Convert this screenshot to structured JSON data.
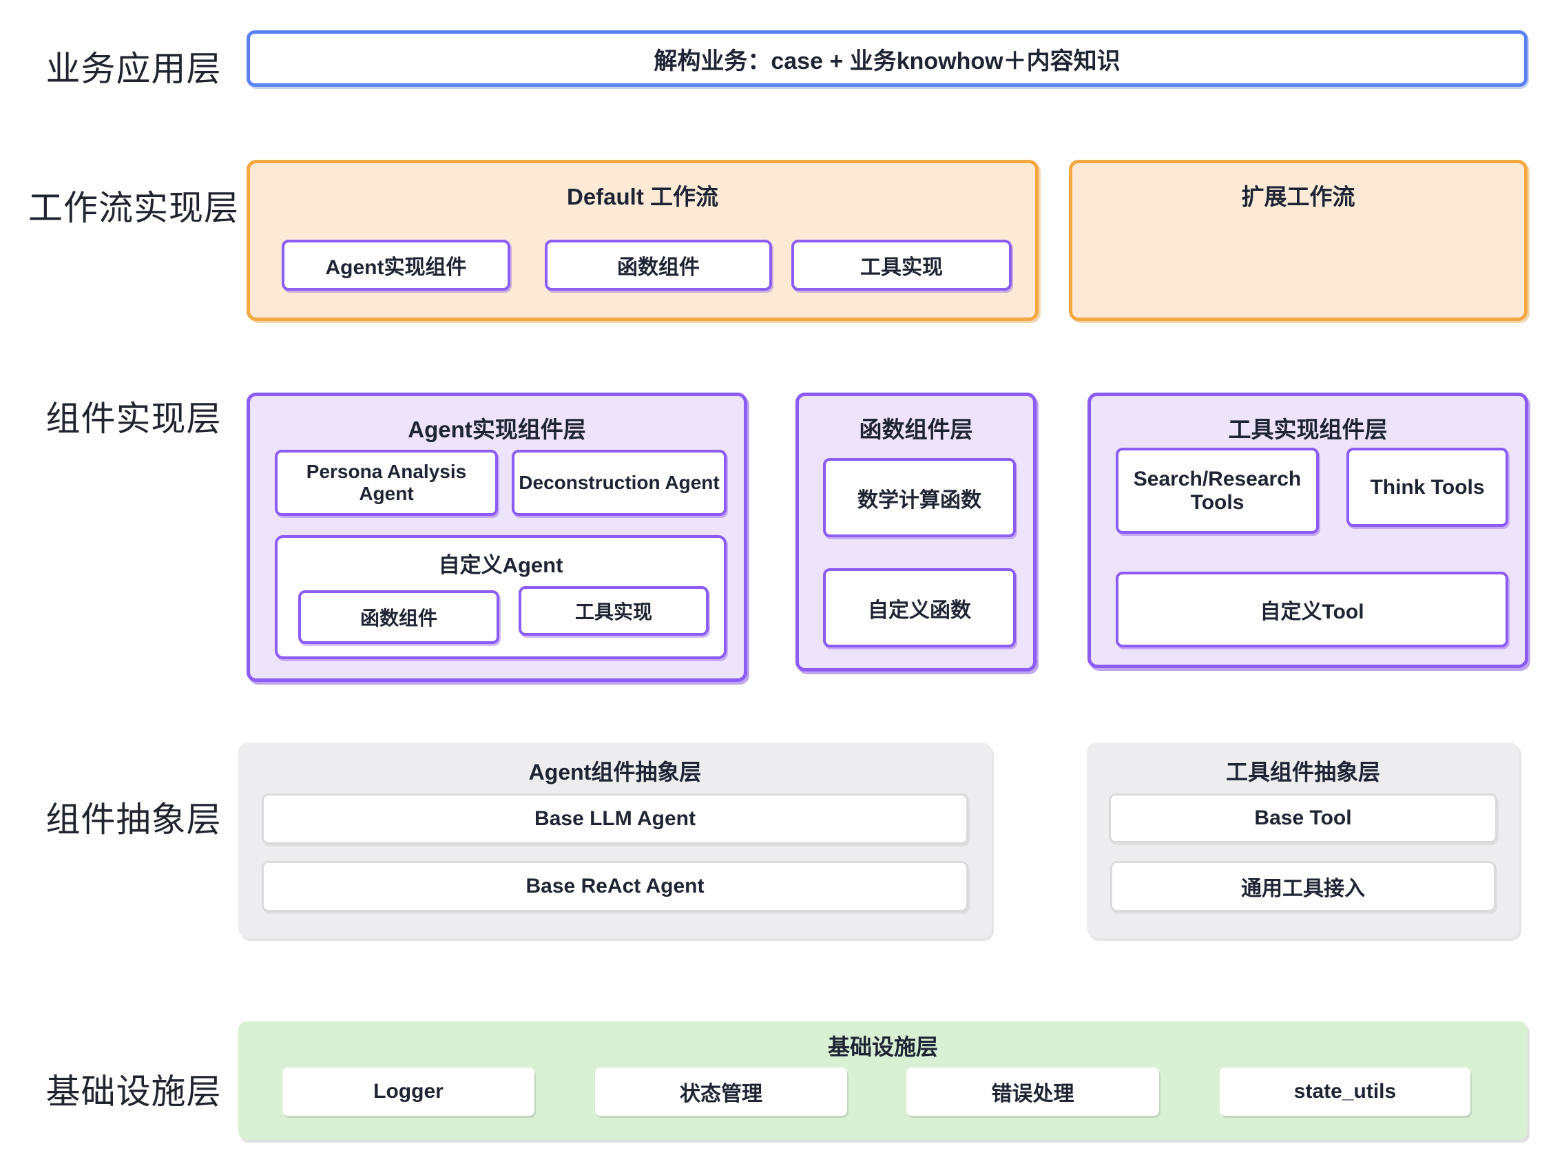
{
  "colors": {
    "blue_border": "#5b82f5",
    "orange_border": "#f5a742",
    "orange_fill": "#fcead6",
    "purple_border": "#8b5cf6",
    "purple_fill": "#ede3fa",
    "gray_fill": "#ededef",
    "gray_inner_border": "#d9dadc",
    "green_fill": "#d9f0d4",
    "text": "#1e2433"
  },
  "layer_labels": {
    "business": "业务应用层",
    "workflow": "工作流实现层",
    "component_impl": "组件实现层",
    "component_abs": "组件抽象层",
    "infra": "基础设施层"
  },
  "business_layer": {
    "scope_text": "解构业务：case + 业务knowhow＋内容知识"
  },
  "workflow_layer": {
    "default_wf": {
      "title": "Default 工作流",
      "items": [
        "Agent实现组件",
        "函数组件",
        "工具实现"
      ]
    },
    "ext_wf": {
      "title": "扩展工作流"
    }
  },
  "component_impl_layer": {
    "agent_layer": {
      "title": "Agent实现组件层",
      "agents": [
        "Persona Analysis Agent",
        "Deconstruction Agent"
      ],
      "custom_agent": {
        "title": "自定义Agent",
        "items": [
          "函数组件",
          "工具实现"
        ]
      }
    },
    "func_layer": {
      "title": "函数组件层",
      "items": [
        "数学计算函数",
        "自定义函数"
      ]
    },
    "tool_layer": {
      "title": "工具实现组件层",
      "items": [
        "Search/Research Tools",
        "Think Tools"
      ],
      "custom": "自定义Tool"
    }
  },
  "component_abs_layer": {
    "agent_abs": {
      "title": "Agent组件抽象层",
      "items": [
        "Base LLM Agent",
        "Base ReAct Agent"
      ]
    },
    "tool_abs": {
      "title": "工具组件抽象层",
      "items": [
        "Base Tool",
        "通用工具接入"
      ]
    }
  },
  "infra_layer": {
    "title": "基础设施层",
    "items": [
      "Logger",
      "状态管理",
      "错误处理",
      "state_utils"
    ]
  }
}
